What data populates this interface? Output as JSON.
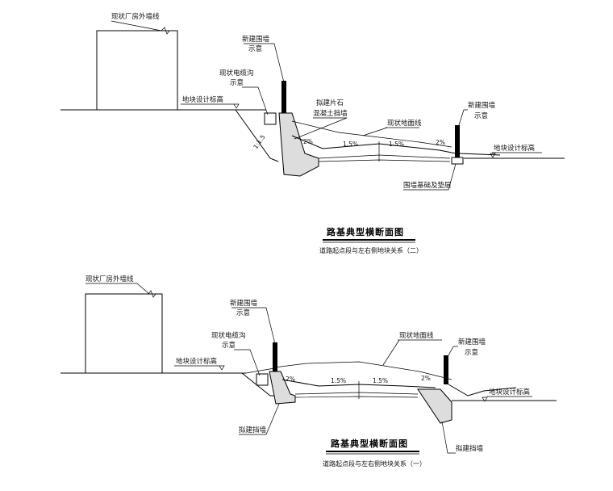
{
  "section_top": {
    "existing_building_wall": "现状厂房外墙线",
    "new_fence": [
      "新建围墙",
      "示意"
    ],
    "existing_cable_trench": [
      "现状电缆沟",
      "示意"
    ],
    "site_design_elevation_left": "地块设计标高",
    "proposed_retaining_wall": [
      "拟建片石",
      "混凝土挡墙"
    ],
    "existing_ground_line": "现状地面线",
    "new_fence_right": [
      "新建围墙",
      "示意"
    ],
    "site_design_elevation_right": "地块设计标高",
    "fence_foundation": "围墙基础及垫层",
    "slope_label": "1:1.5",
    "gradient_left": "2%",
    "gradient_mid_left": "1.5%",
    "gradient_mid_right": "1.5%",
    "gradient_right": "2%",
    "title": "路基典型横断面图",
    "subtitle": "道路起点段与左右侧地块关系（二）"
  },
  "section_bottom": {
    "existing_building_wall": "现状厂房外墙线",
    "new_fence": [
      "新建围墙",
      "示意"
    ],
    "existing_cable_trench": [
      "现状电缆沟",
      "示意"
    ],
    "site_design_elevation_left": "地块设计标高",
    "existing_ground_line": "现状地面线",
    "new_fence_right": [
      "新建围墙",
      "示意"
    ],
    "site_design_elevation_right": "地块设计标高",
    "retaining_wall_left": "拟建挡墙",
    "retaining_wall_right": "拟建挡墙",
    "gradient_left": "2%",
    "gradient_mid_left": "1.5%",
    "gradient_mid_right": "1.5%",
    "gradient_right": "2%",
    "title": "路基典型横断面图",
    "subtitle": "道路起点段与左右侧地块关系（一）"
  }
}
